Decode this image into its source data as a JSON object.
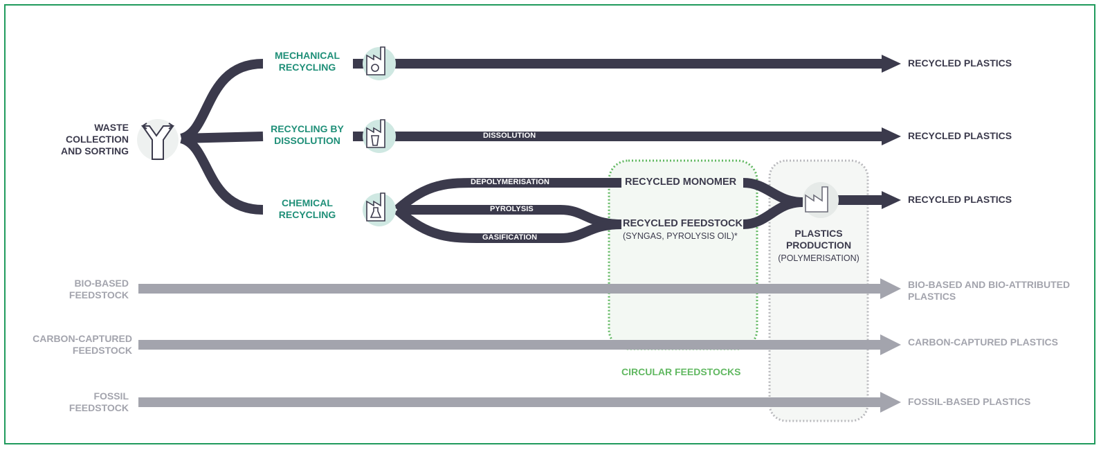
{
  "sources": {
    "waste": [
      "WASTE",
      "COLLECTION",
      "AND SORTING"
    ],
    "bio": [
      "BIO-BASED",
      "FEEDSTOCK"
    ],
    "carbon": [
      "CARBON-CAPTURED",
      "FEEDSTOCK"
    ],
    "fossil": [
      "FOSSIL",
      "FEEDSTOCK"
    ]
  },
  "processes": {
    "mechanical": [
      "MECHANICAL",
      "RECYCLING"
    ],
    "dissolution": [
      "RECYCLING BY",
      "DISSOLUTION"
    ],
    "chemical": [
      "CHEMICAL",
      "RECYCLING"
    ]
  },
  "bar_labels": {
    "dissolution": "DISSOLUTION",
    "depolymerisation": "DEPOLYMERISATION",
    "pyrolysis": "PYROLYSIS",
    "gasification": "GASIFICATION"
  },
  "intermediates": {
    "monomer": "RECYCLED MONOMER",
    "feedstock": "RECYCLED FEEDSTOCK",
    "feedstock_note": "(SYNGAS, PYROLYSIS OIL)*",
    "circular": "CIRCULAR FEEDSTOCKS",
    "production": [
      "PLASTICS",
      "PRODUCTION"
    ],
    "production_note": "(POLYMERISATION)"
  },
  "outputs": {
    "out1": "RECYCLED PLASTICS",
    "out2": "RECYCLED PLASTICS",
    "out3": "RECYCLED PLASTICS",
    "bio": [
      "BIO-BASED AND BIO-ATTRIBUTED",
      "PLASTICS"
    ],
    "carbon": "CARBON-CAPTURED PLASTICS",
    "fossil": "FOSSIL-BASED PLASTICS"
  },
  "colors": {
    "dark_flow": "#3b3a4c",
    "grey_flow": "#a3a4ad",
    "teal_text": "#1f8f78",
    "green_box": "#61b861",
    "border": "#1f9a5c"
  },
  "icons": [
    "sorting-icon",
    "factory-gear-icon",
    "factory-beaker-icon",
    "factory-flask-icon",
    "factory-icon"
  ]
}
